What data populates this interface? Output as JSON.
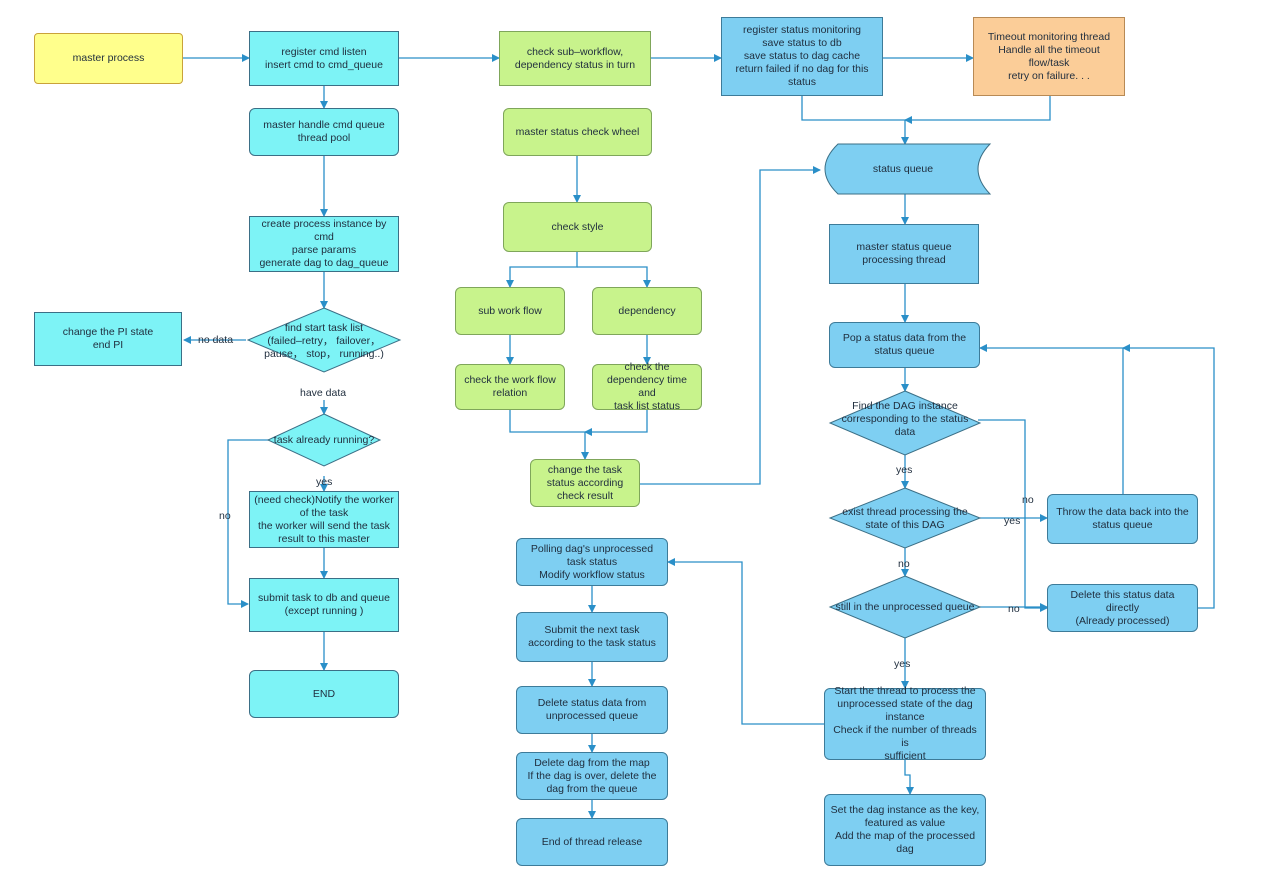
{
  "nodes": {
    "master_process": "master process",
    "register_cmd": "register cmd listen\ninsert cmd to cmd_queue",
    "handle_cmd_queue": "master handle cmd queue\nthread pool",
    "create_instance": "create process instance by\ncmd\nparse params\ngenerate dag to dag_queue",
    "find_start_task": "find start task list\n(failed–retry， failover，\npause， stop， running..)",
    "change_pi_state": "change the PI state\nend PI",
    "task_running": "task already running?",
    "notify_worker": "(need check)Notify the worker\nof the task\nthe worker will send the task\nresult to this master",
    "submit_task": "submit task to db and queue\n(except running )",
    "end": "END",
    "check_sub_workflow": "check sub–workflow,\ndependency status in turn",
    "status_check_wheel": "master status check wheel",
    "check_style": "check style",
    "sub_work_flow": "sub work flow",
    "dependency": "dependency",
    "check_work_flow_relation": "check the work flow\nrelation",
    "check_dependency_time": "check the\ndependency time and\ntask list status",
    "change_task_status": "change the task\nstatus according\ncheck result",
    "register_status_monitoring": "register status monitoring\nsave status to db\nsave status to dag cache\nreturn failed if no dag for this\nstatus",
    "timeout_thread": "Timeout monitoring thread\nHandle all the timeout\nflow/task\nretry on failure. . .",
    "status_queue": "status queue",
    "status_queue_thread": "master status queue\nprocessing thread",
    "pop_status": "Pop a status data from the\nstatus queue",
    "find_dag_instance": "Find the DAG instance\ncorresponding to the status\ndata",
    "exist_thread": "exist thread processing the\nstate of this DAG",
    "throw_back": "Throw the data back into the\nstatus queue",
    "still_unprocessed": "still in the unprocessed queue",
    "delete_status_directly": "Delete this status data\ndirectly\n(Already processed)",
    "start_thread": "Start the thread to process the\nunprocessed state of the dag\ninstance\nCheck if the number of threads is\nsufficient",
    "set_dag_instance": "Set the dag instance as the key,\nfeatured as value\nAdd the map of the processed\ndag",
    "polling_dag": "Polling dag's unprocessed\ntask status\nModify workflow status",
    "submit_next_task": "Submit the next task\naccording to the task status",
    "delete_status_data": "Delete status data from\nunprocessed queue",
    "delete_dag": "Delete dag from the map\nIf the dag is over, delete the\ndag from the queue",
    "end_thread": "End of thread release"
  },
  "labels": {
    "no_data": "no data",
    "have_data": "have data",
    "yes_running": "yes",
    "no_running": "no",
    "yes_find": "yes",
    "no_find": "no",
    "yes_exist": "yes",
    "no_exist": "no",
    "no_still": "no",
    "yes_still": "yes"
  },
  "colors": {
    "line": "#2a8fc8",
    "yellow": "#ffff8c",
    "cyan": "#7df3f6",
    "green": "#c8f38c",
    "blue": "#7ecff2",
    "orange": "#fbcd98"
  }
}
